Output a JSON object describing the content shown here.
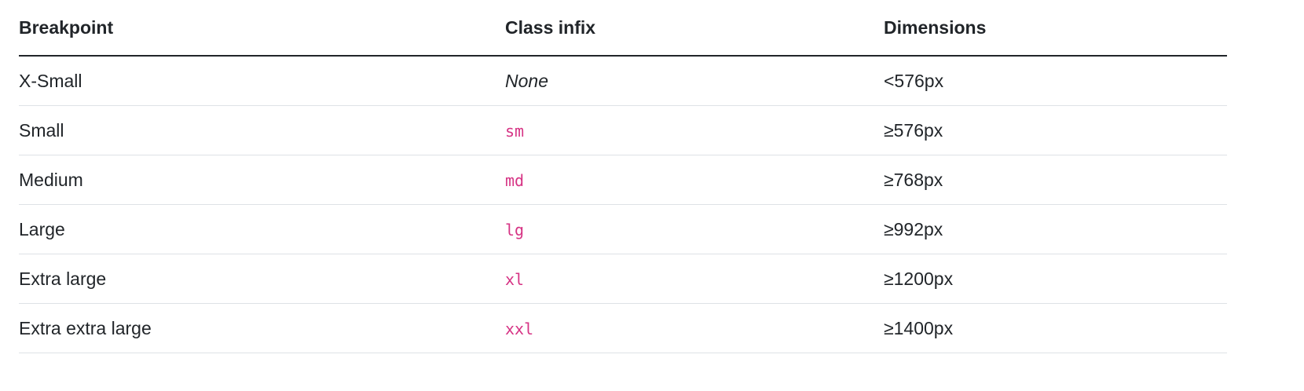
{
  "table": {
    "headers": [
      "Breakpoint",
      "Class infix",
      "Dimensions"
    ],
    "rows": [
      {
        "breakpoint": "X-Small",
        "infix": "None",
        "infix_is_code": false,
        "dimensions": "<576px"
      },
      {
        "breakpoint": "Small",
        "infix": "sm",
        "infix_is_code": true,
        "dimensions": "≥576px"
      },
      {
        "breakpoint": "Medium",
        "infix": "md",
        "infix_is_code": true,
        "dimensions": "≥768px"
      },
      {
        "breakpoint": "Large",
        "infix": "lg",
        "infix_is_code": true,
        "dimensions": "≥992px"
      },
      {
        "breakpoint": "Extra large",
        "infix": "xl",
        "infix_is_code": true,
        "dimensions": "≥1200px"
      },
      {
        "breakpoint": "Extra extra large",
        "infix": "xxl",
        "infix_is_code": true,
        "dimensions": "≥1400px"
      }
    ]
  },
  "colors": {
    "code_text": "#d63384",
    "body_text": "#212529",
    "row_divider": "#dee2e6"
  }
}
